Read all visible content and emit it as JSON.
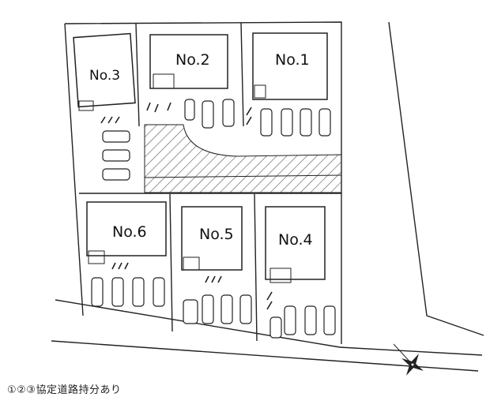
{
  "lots": [
    {
      "label": "No.1"
    },
    {
      "label": "No.2"
    },
    {
      "label": "No.3"
    },
    {
      "label": "No.4"
    },
    {
      "label": "No.5"
    },
    {
      "label": "No.6"
    }
  ],
  "footnote": "①②③協定道路持分あり",
  "north_icon": "north-arrow-compass-icon",
  "colors": {
    "line": "#222222",
    "hatch": "#555555",
    "background": "#ffffff"
  }
}
